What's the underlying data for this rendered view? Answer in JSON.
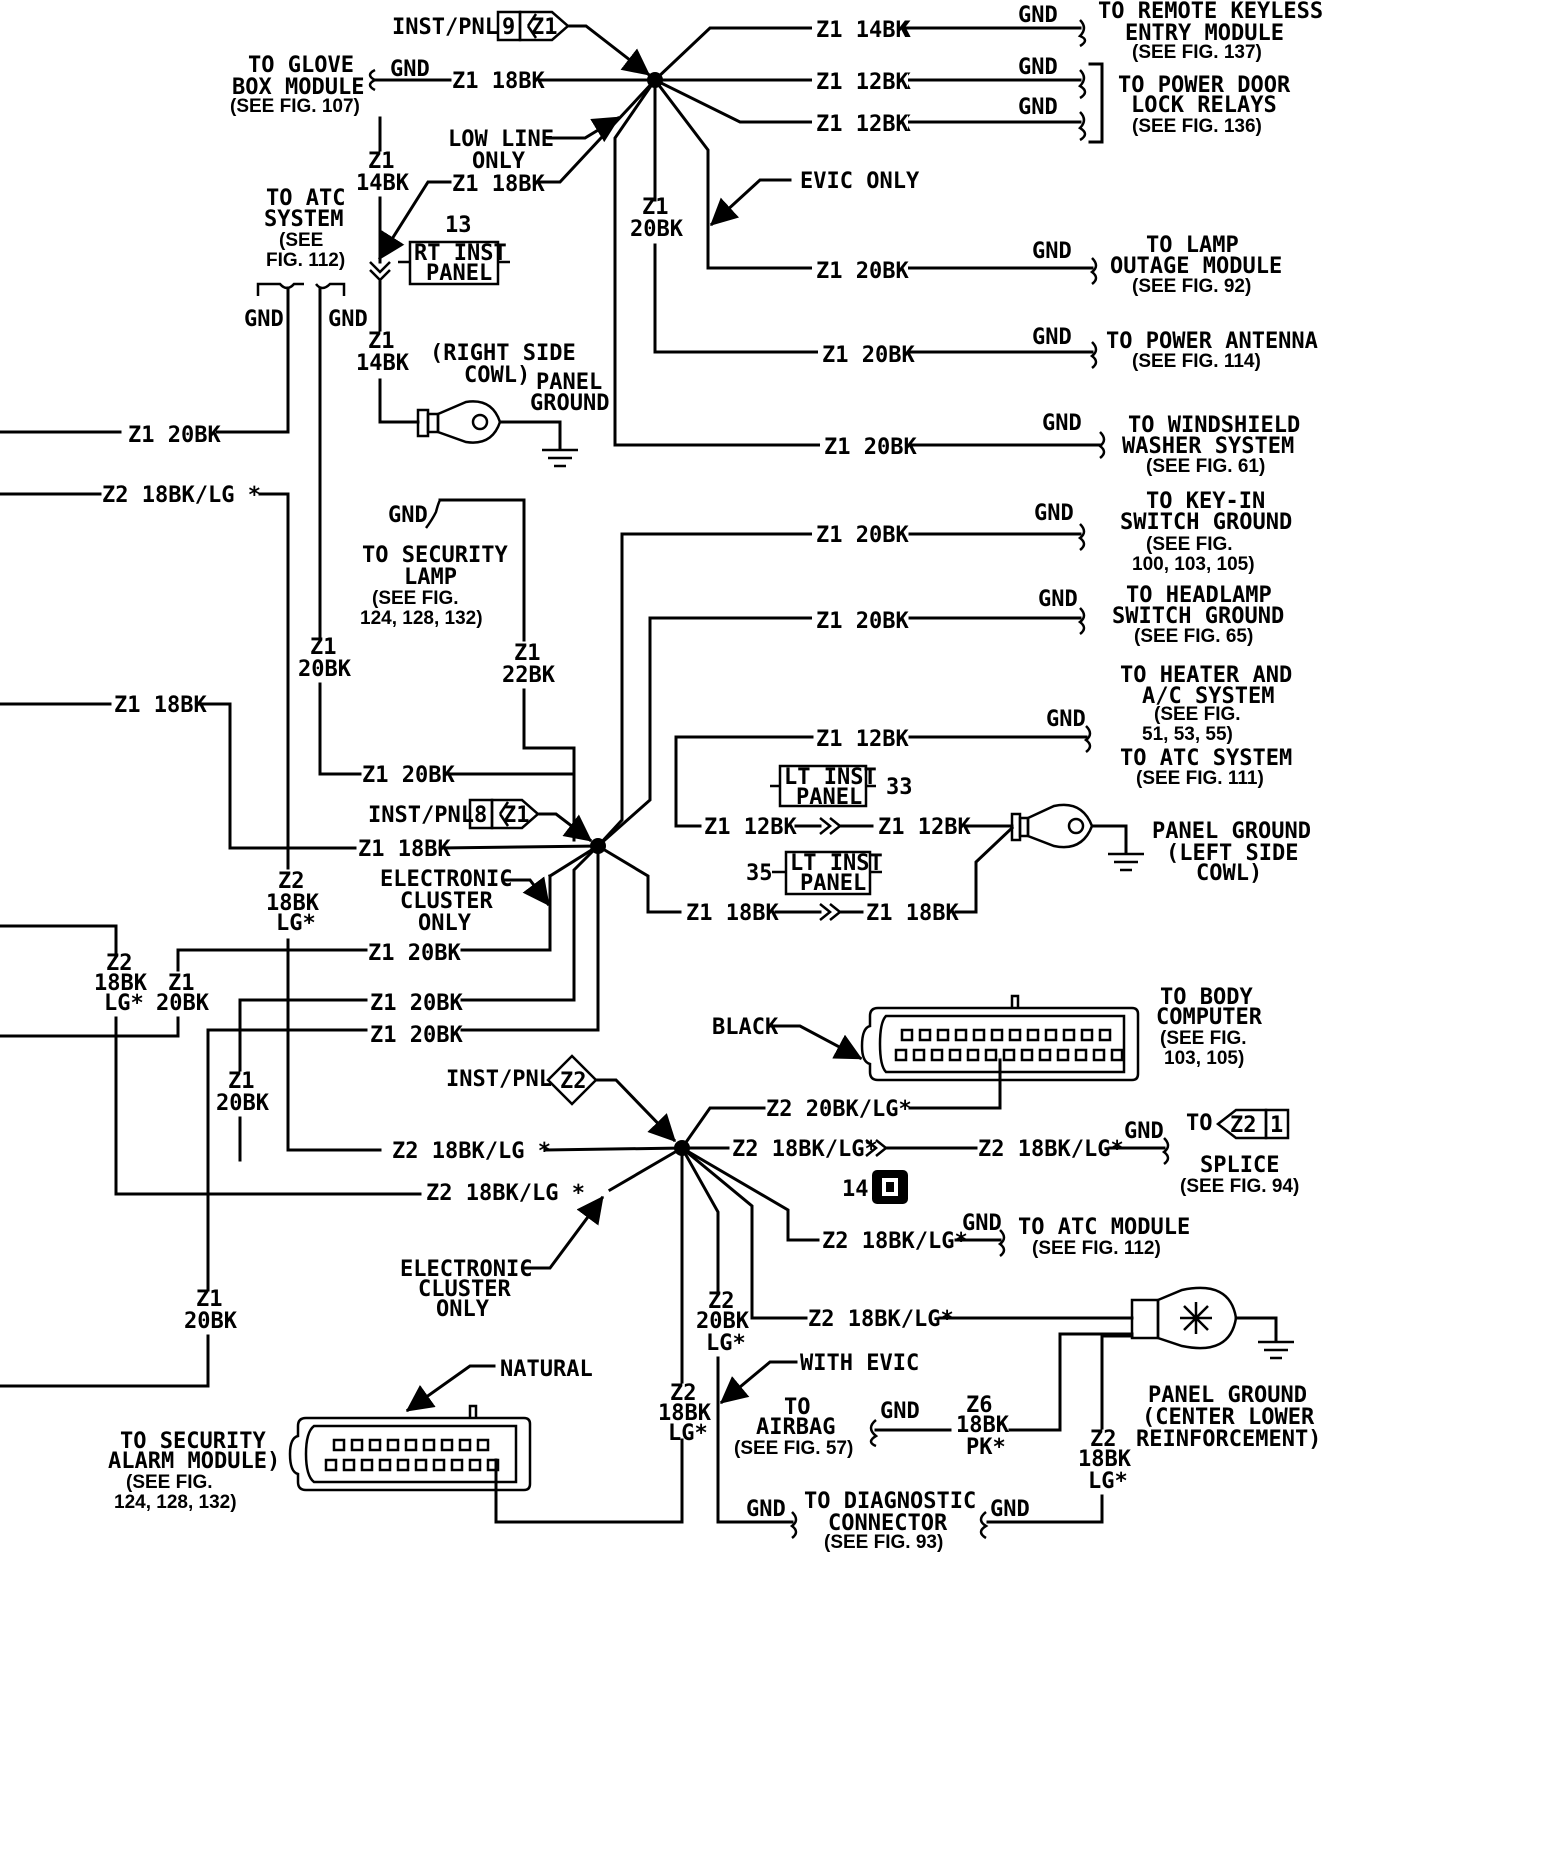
{
  "labels": {
    "inst_pnl_z1": "INST/PNL",
    "conn_9": "9",
    "splice_z1": "Z1",
    "to_glove_box_1": "TO GLOVE",
    "to_glove_box_2": "BOX MODULE",
    "to_glove_box_fig": "(SEE FIG. 107)",
    "gnd": "GND",
    "z1_18bk": "Z1 18BK",
    "z1_14bk": "Z1 14BK",
    "z1_12bk": "Z1 12BK",
    "z1_20bk": "Z1 20BK",
    "z1_22bk_a": "Z1",
    "z1_22bk_b": "22BK",
    "z1_v": "Z1",
    "bk14_v": "14BK",
    "bk20_v": "20BK",
    "to_rke_1": "TO REMOTE KEYLESS",
    "to_rke_2": "ENTRY MODULE",
    "to_rke_fig": "(SEE FIG. 137)",
    "to_pdl_1": "TO POWER DOOR",
    "to_pdl_2": "LOCK RELAYS",
    "to_pdl_fig": "(SEE FIG. 136)",
    "low_line_1": "LOW LINE",
    "low_line_2": "ONLY",
    "evic_only": "EVIC ONLY",
    "to_atc_1": "TO ATC",
    "to_atc_2": "SYSTEM",
    "to_atc_3": "(SEE",
    "to_atc_4": "FIG. 112)",
    "conn_13": "13",
    "rt_inst_1": "RT INST",
    "rt_inst_2": "PANEL",
    "to_lamp_1": "TO LAMP",
    "to_lamp_2": "OUTAGE MODULE",
    "to_lamp_fig": "(SEE FIG. 92)",
    "right_side_1": "(RIGHT SIDE",
    "right_side_2": "COWL)",
    "panel_ground_1": "PANEL",
    "panel_ground_2": "GROUND",
    "to_pa": "TO POWER ANTENNA",
    "to_pa_fig": "(SEE FIG. 114)",
    "to_ws_1": "TO WINDSHIELD",
    "to_ws_2": "WASHER SYSTEM",
    "to_ws_fig": "(SEE FIG. 61)",
    "z2_18bk_lg_star": "Z2 18BK/LG *",
    "to_sec_lamp_1": "TO SECURITY",
    "to_sec_lamp_2": "LAMP",
    "to_sec_lamp_3": "(SEE FIG.",
    "to_sec_lamp_4": "124, 128, 132)",
    "to_keyin_1": "TO KEY-IN",
    "to_keyin_2": "SWITCH GROUND",
    "to_keyin_3": "(SEE FIG.",
    "to_keyin_4": "100, 103, 105)",
    "to_head_1": "TO HEADLAMP",
    "to_head_2": "SWITCH GROUND",
    "to_head_fig": "(SEE FIG. 65)",
    "to_heater_1": "TO HEATER AND",
    "to_heater_2": "A/C SYSTEM",
    "to_heater_3": "(SEE FIG.",
    "to_heater_4": "51, 53, 55)",
    "to_atc_sys_1": "TO ATC SYSTEM",
    "to_atc_sys_fig": "(SEE FIG. 111)",
    "lt_inst_1": "LT INST",
    "lt_inst_2": "PANEL",
    "conn_33": "33",
    "conn_35": "35",
    "inst_pnl_8": "8",
    "pg_left_1": "PANEL GROUND",
    "pg_left_2": "(LEFT SIDE",
    "pg_left_3": "COWL)",
    "elec_cluster_1": "ELECTRONIC",
    "elec_cluster_2": "CLUSTER",
    "elec_cluster_3": "ONLY",
    "z2_v": "Z2",
    "bk18_v": "18BK",
    "lg_star_v": "LG*",
    "black": "BLACK",
    "to_body_1": "TO BODY",
    "to_body_2": "COMPUTER",
    "to_body_3": "(SEE FIG.",
    "to_body_4": "103, 105)",
    "inst_pnl_z2": "INST/PNL",
    "splice_z2": "Z2",
    "z2_20bk_lg_star": "Z2 20BK/LG*",
    "z2_18bk_lg_star_b": "Z2 18BK/LG*",
    "to_label": "TO",
    "conn_1": "1",
    "splice_1": "SPLICE",
    "splice_fig": "(SEE FIG. 94)",
    "conn_14": "14",
    "to_atc_mod": "TO ATC MODULE",
    "to_atc_mod_fig": "(SEE FIG. 112)",
    "with_evic": "WITH EVIC",
    "natural": "NATURAL",
    "to_airbag_1": "TO",
    "to_airbag_2": "AIRBAG",
    "to_airbag_fig": "(SEE FIG. 57)",
    "z6": "Z6",
    "pk_star": "PK*",
    "pg_center_1": "PANEL GROUND",
    "pg_center_2": "(CENTER LOWER",
    "pg_center_3": "REINFORCEMENT)",
    "to_diag_1": "TO DIAGNOSTIC",
    "to_diag_2": "CONNECTOR",
    "to_diag_fig": "(SEE FIG. 93)",
    "to_sec_alarm_1": "TO SECURITY",
    "to_sec_alarm_2": "ALARM MODULE)",
    "to_sec_alarm_3": "(SEE FIG.",
    "to_sec_alarm_4": "124, 128, 132)"
  }
}
